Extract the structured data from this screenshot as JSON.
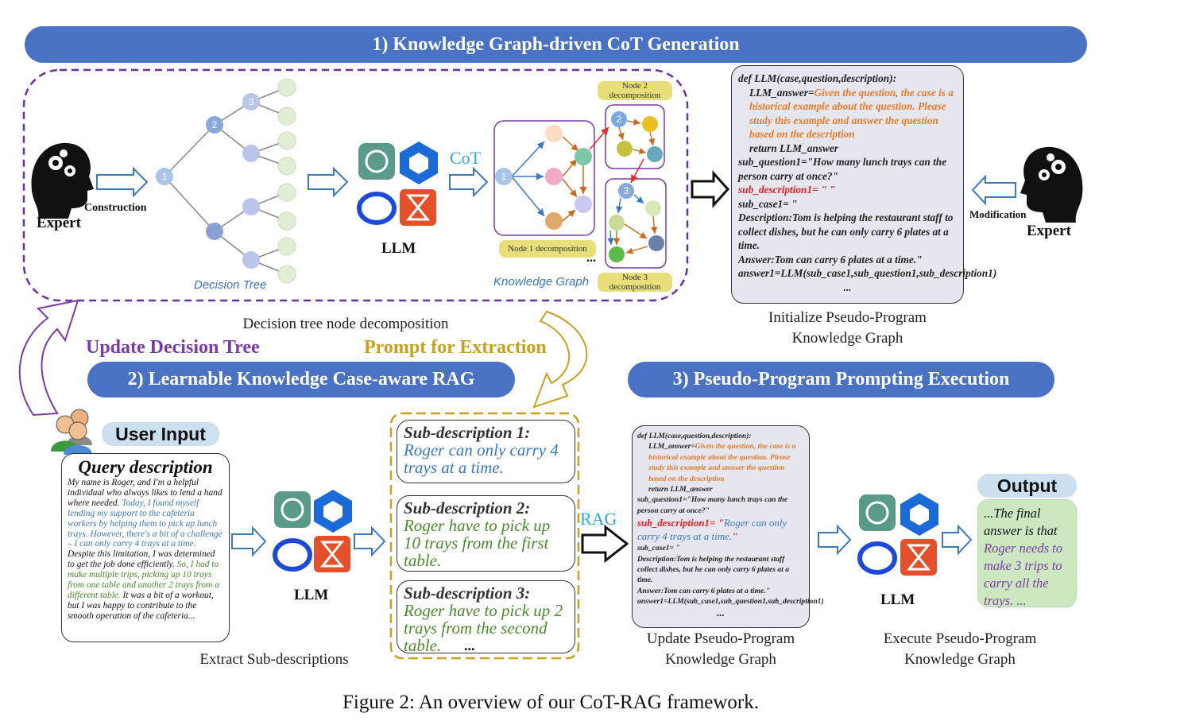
{
  "banners": {
    "b1": "1) Knowledge Graph-driven CoT Generation",
    "b2": "2) Learnable Knowledge Case-aware RAG",
    "b3": "3) Pseudo-Program Prompting Execution"
  },
  "top": {
    "expert_left": "Expert",
    "construction": "Construction",
    "decision_tree": "Decision Tree",
    "llm": "LLM",
    "cot": "CoT",
    "knowledge_graph": "Knowledge Graph",
    "node1_decomp": "Node 1 decomposition",
    "node2_decomp": "Node 2 decomposition",
    "node3_decomp": "Node 3 decomposition",
    "ellipsis": "...",
    "decomp_caption": "Decision tree node decomposition",
    "update_tree": "Update Decision Tree",
    "prompt_extraction": "Prompt for Extraction",
    "modification": "Modification",
    "expert_right": "Expert",
    "init_caption_1": "Initialize Pseudo-Program",
    "init_caption_2": "Knowledge Graph"
  },
  "code_top": {
    "l1": "def LLM(case,question,description):",
    "l2": "LLM_answer=",
    "l2o": "Given the question, the case is a historical example about the question. Please study this example and answer the question based on the description",
    "l3": "return LLM_answer",
    "l4": "sub_question1=\"How many lunch trays can the person carry at once?\"",
    "l5": "sub_description1= \" \"",
    "l6": "sub_case1= \"",
    "l7": "Description:Tom is helping the restaurant staff to collect dishes, but he can only carry 6 plates at a time.",
    "l8": "Answer:Tom can carry 6 plates at a time.\"",
    "l9": "answer1=LLM(sub_case1,sub_question1,sub_description1)",
    "l10": "..."
  },
  "bottom": {
    "user_input": "User Input",
    "query_title": "Query description",
    "q_black1": "My name is Roger, and I'm a helpful individual who always likes to lend a hand where needed. ",
    "q_blue": "Today, I found myself lending my support to the cafeteria workers by helping them to pick up lunch trays. However, there's a bit of a challenge – I can only carry 4 trays at a time.",
    "q_black2": " Despite this limitation, I was determined to get the job done efficiently. ",
    "q_green": "So, I had to make multiple trips, picking up 10 trays from one table and another 2 trays from a different table.",
    "q_black3": " It was a bit of a workout, but I was happy to contribute to the smooth operation of the cafeteria...",
    "llm": "LLM",
    "extract_caption": "Extract Sub-descriptions",
    "sub1_title": "Sub-description 1:",
    "sub1_text": "Roger can only carry 4 trays at a time.",
    "sub2_title": "Sub-description 2:",
    "sub2_text": "Roger have to pick up 10 trays from the first table.",
    "sub3_title": "Sub-description 3:",
    "sub3_text": "Roger have to pick up 2 trays from the second table.",
    "sub_ellipsis": "...",
    "rag": "RAG",
    "update_caption_1": "Update Pseudo-Program",
    "update_caption_2": "Knowledge Graph",
    "llm2": "LLM",
    "output_label": "Output",
    "out_black": "...The final answer is that ",
    "out_purple": "Roger needs to make 3 trips to carry all the trays. ...",
    "exec_caption_1": "Execute Pseudo-Program",
    "exec_caption_2": "Knowledge Graph"
  },
  "code_bottom": {
    "l1": "def LLM(case,question,description):",
    "l2": "LLM_answer=",
    "l2o": "Given the question, the case is a historical example about the question. Please study this example and answer the question based on the description",
    "l3": "return LLM_answer",
    "l4": "sub_question1=\"How many lunch trays can the person carry at once?\"",
    "l5a": "sub_description1= \"",
    "l5b": "Roger can only carry 4 trays at a time.",
    "l5c": "\"",
    "l6": "sub_case1= \"",
    "l7": "Description:Tom is helping the restaurant staff collect dishes, but he can only carry 6 plates at a time.",
    "l8": "Answer:Tom can carry 6 plates at a time.\"",
    "l9": "answer1=LLM(sub_case1,sub_question1,sub_description1)",
    "l10": "..."
  },
  "figure_caption": "Figure 2: An overview of our CoT-RAG framework.",
  "colors": {
    "banner": "#4a72c4",
    "purple_dash": "#6b2fa0",
    "gold_dash": "#c8a020",
    "orange_text": "#e87b2a",
    "red_text": "#e32020",
    "blue_text": "#3a78c0",
    "green_text": "#4a8a2a",
    "purple_text": "#7a3aa8",
    "gold_text": "#c8a020"
  }
}
